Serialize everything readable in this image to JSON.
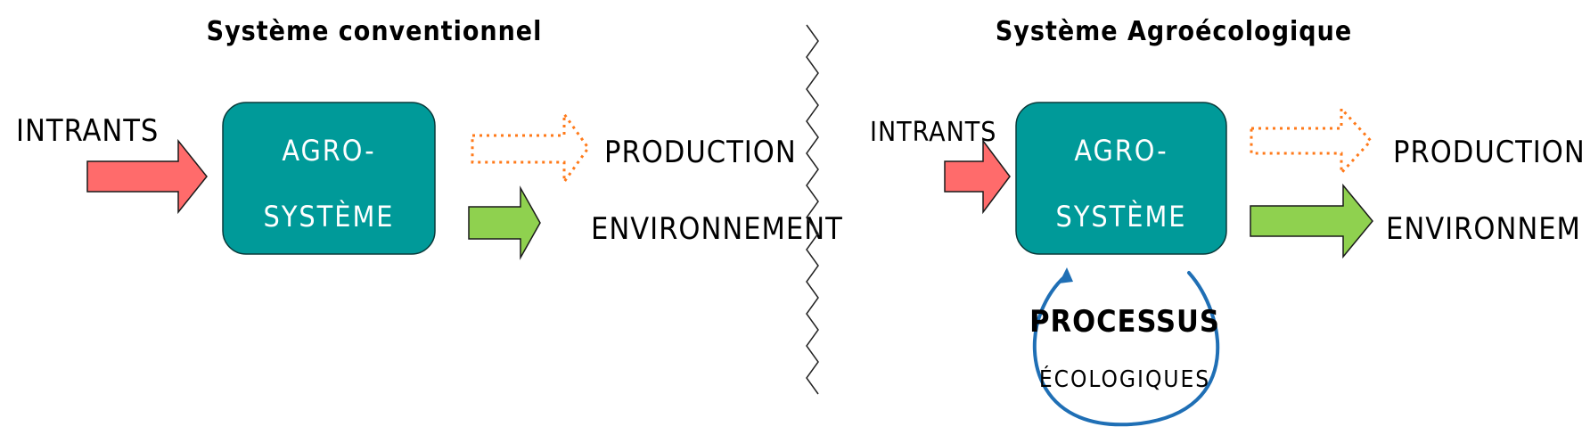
{
  "colors": {
    "box": "#009a99",
    "intrants_arrow": "#ff6b6b",
    "env_arrow": "#8fd14f",
    "production_arrow_dotted": "#ff7a1a",
    "cycle": "#1f6fb5"
  },
  "left": {
    "title": "Système conventionnel",
    "intrants": "INTRANTS",
    "box_line1": "AGRO-",
    "box_line2": "SYSTÈME",
    "production": "PRODUCTION",
    "environnement": "ENVIRONNEMENT"
  },
  "right": {
    "title": "Système Agroécologique",
    "intrants": "INTRANTS",
    "box_line1": "AGRO-",
    "box_line2": "SYSTÈME",
    "production": "PRODUCTION",
    "environnement": "ENVIRONNEMENT",
    "processus": "PROCESSUS",
    "ecologiques": "ÉCOLOGIQUES"
  }
}
